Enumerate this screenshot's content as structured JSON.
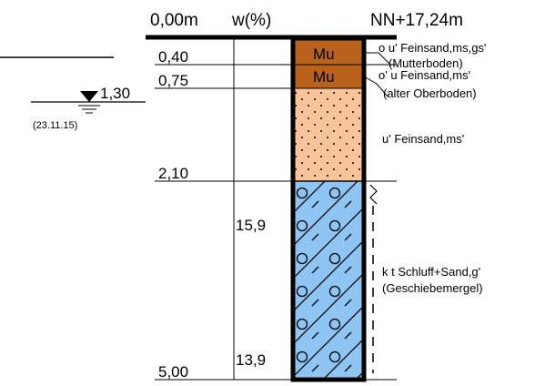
{
  "header": {
    "depth_origin": "0,00m",
    "water_content_label": "w(%)",
    "elevation": "NN+17,24m"
  },
  "depth_labels": [
    "0,40",
    "0,75",
    "2,10",
    "5,00"
  ],
  "water_table": {
    "depth": "1,30",
    "date": "(23.11.15)"
  },
  "water_content_values": [
    "15,9",
    "13,9"
  ],
  "layers": [
    {
      "code": "Mu",
      "color": "#b8621b",
      "description_lines": [
        "o u' Feinsand,ms,gs'",
        "(Mutterboden)"
      ]
    },
    {
      "code": "Mu",
      "color": "#b8621b",
      "description_lines": [
        "o' u Feinsand,ms'",
        "(alter Oberboden)"
      ]
    },
    {
      "code": "",
      "color": "#f9c49a",
      "description_lines": [
        "u' Feinsand,ms'"
      ]
    },
    {
      "code": "",
      "color": "#8ec5f3",
      "description_lines": [
        "k t Schluff+Sand,g'",
        "(Geschiebemergel)"
      ]
    }
  ],
  "colors": {
    "topsoil": "#b8621b",
    "sand": "#f9c49a",
    "till": "#8ec5f3",
    "line": "#000000"
  }
}
